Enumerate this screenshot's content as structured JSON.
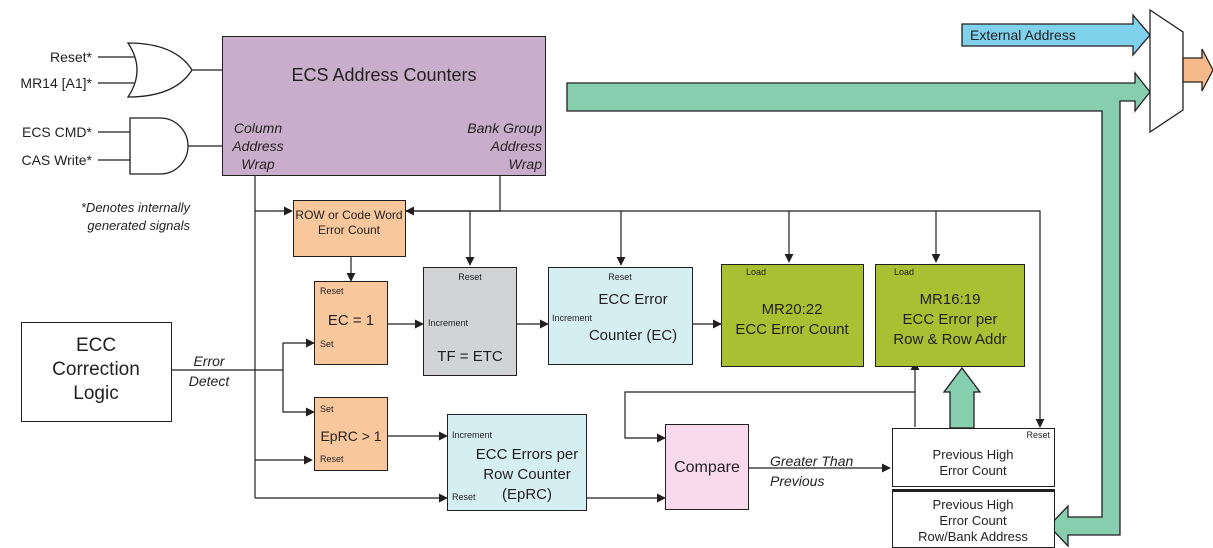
{
  "colors": {
    "ecs_counter": "#c9aecb",
    "orange": "#f8c79c",
    "grey": "#d1d3d4",
    "light_blue": "#d4eef1",
    "olive": "#a8c032",
    "pink": "#f8daec",
    "bus_green": "#87ceae",
    "ext_addr": "#7fd1ec",
    "mux_out": "#f6b98a"
  },
  "inputs": {
    "reset": "Reset*",
    "mr14": "MR14 [A1]*",
    "ecs_cmd": "ECS CMD*",
    "cas_write": "CAS Write*"
  },
  "footnote": "*Denotes internally\ngenerated signals",
  "ecs_counters": {
    "title": "ECS Address Counters",
    "col_wrap": "Column\nAddress\nWrap",
    "bg_wrap": "Bank Group\nAddress\nWrap"
  },
  "external_address": "External Address",
  "row_error_count": "ROW or Code Word\nError Count",
  "ec_box": {
    "reset": "Reset",
    "value": "EC = 1",
    "set": "Set"
  },
  "tf_box": {
    "reset": "Reset",
    "increment": "Increment",
    "value": "TF = ETC"
  },
  "ecc_counter": {
    "reset": "Reset",
    "increment": "Increment",
    "line1": "ECC Error",
    "line2": "Counter (EC)"
  },
  "mr2022": {
    "load": "Load",
    "line1": "MR20:22",
    "line2": "ECC Error Count"
  },
  "mr1619": {
    "load": "Load",
    "line1": "MR16:19",
    "line2": "ECC Error per",
    "line3": "Row & Row Addr"
  },
  "ecc_logic": "ECC\nCorrection\nLogic",
  "error_detect": "Error\nDetect",
  "eprc_box": {
    "set": "Set",
    "value": "EpRC > 1",
    "reset": "Reset"
  },
  "eprc_counter": {
    "increment": "Increment",
    "label": "ECC Errors per\nRow Counter\n(EpRC)",
    "reset": "Reset"
  },
  "compare": "Compare",
  "greater_than": "Greater Than\nPrevious",
  "prev_high": {
    "reset": "Reset",
    "label": "Previous High\nError Count"
  },
  "prev_high_addr": "Previous High\nError Count\nRow/Bank Address"
}
